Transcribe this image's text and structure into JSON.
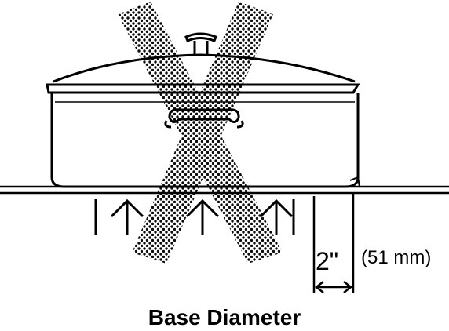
{
  "diagram": {
    "caption": "Base Diameter",
    "dimension_label": "2\"",
    "metric_label": "(51 mm)",
    "colors": {
      "ink": "#000000",
      "background": "#ffffff"
    },
    "elements": [
      "pot-lid-icon",
      "pot-body-icon",
      "cooktop-surface",
      "burner-icon",
      "heat-arrow-icon",
      "prohibition-x-icon",
      "dimension-arrow-icon"
    ]
  }
}
